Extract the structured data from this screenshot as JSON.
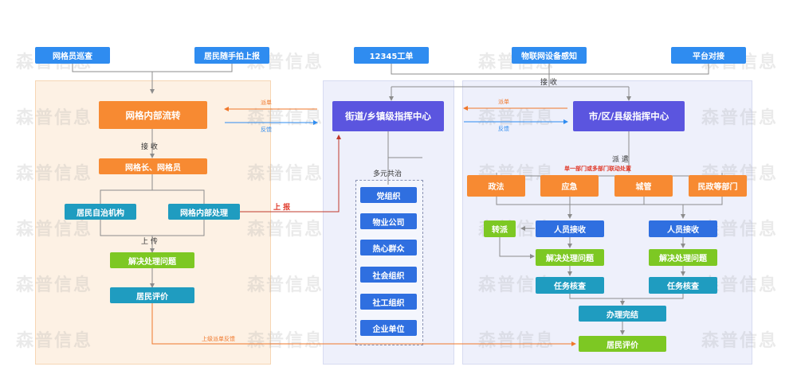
{
  "watermark": "森普信息",
  "sources": {
    "grid_patrol": "网格员巡查",
    "resident_report": "居民随手拍上报",
    "hotline": "12345工单",
    "iot": "物联网设备感知",
    "platform": "平台对接"
  },
  "receive_top": "接 收",
  "left": {
    "internal_flow": "网格内部流转",
    "receive": "接 收",
    "grid_leader": "网格长、网格员",
    "autonomy": "居民自治机构",
    "internal_handle": "网格内部处理",
    "upload": "上 传",
    "solve": "解决处理问题",
    "evaluate": "居民评价"
  },
  "arrows": {
    "dispatch_left": "派单",
    "feedback_left": "反馈",
    "dispatch_right": "派单",
    "feedback_right": "反馈",
    "report": "上 报",
    "bottom_feedback": "上级派单反馈"
  },
  "middle": {
    "center": "街道/乡镇级指挥中心",
    "multi": "多元共治",
    "orgs": [
      "党组织",
      "物业公司",
      "热心群众",
      "社会组织",
      "社工组织",
      "企业单位"
    ]
  },
  "right": {
    "center": "市/区/县级指挥中心",
    "dispatch": "派 遣",
    "dispatch_note": "单一部门或多部门联动处置",
    "departments": [
      "政法",
      "应急",
      "城管",
      "民政等部门"
    ],
    "transfer": "转派",
    "staff_receive": "人员接收",
    "solve": "解决处理问题",
    "verify": "任务核查",
    "complete": "办理完结",
    "evaluate": "居民评价"
  }
}
